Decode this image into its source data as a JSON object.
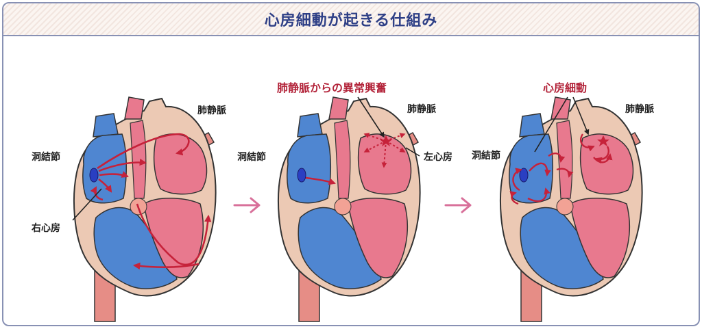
{
  "title": "心房細動が起きる仕組み",
  "colors": {
    "border": "#8891b4",
    "title_text": "#2e3f86",
    "deoxygenated": "#4f86d1",
    "oxygenated": "#e8798e",
    "heart_wall": "#ecc9b4",
    "arrow": "#c6223a",
    "transition_arrow": "#d8709a",
    "node": "#2a3fc2"
  },
  "icons": {
    "transition": "right-chevron-arrow"
  },
  "panels": [
    {
      "labels": {
        "pulmonary_vein": "肺静脈",
        "sinus_node": "洞結節",
        "right_atrium": "右心房"
      }
    },
    {
      "headline": "肺静脈からの異常興奮",
      "labels": {
        "sinus_node": "洞結節",
        "pulmonary_vein": "肺静脈",
        "left_atrium": "左心房"
      }
    },
    {
      "headline": "心房細動",
      "labels": {
        "sinus_node": "洞結節",
        "pulmonary_vein": "肺静脈"
      }
    }
  ]
}
